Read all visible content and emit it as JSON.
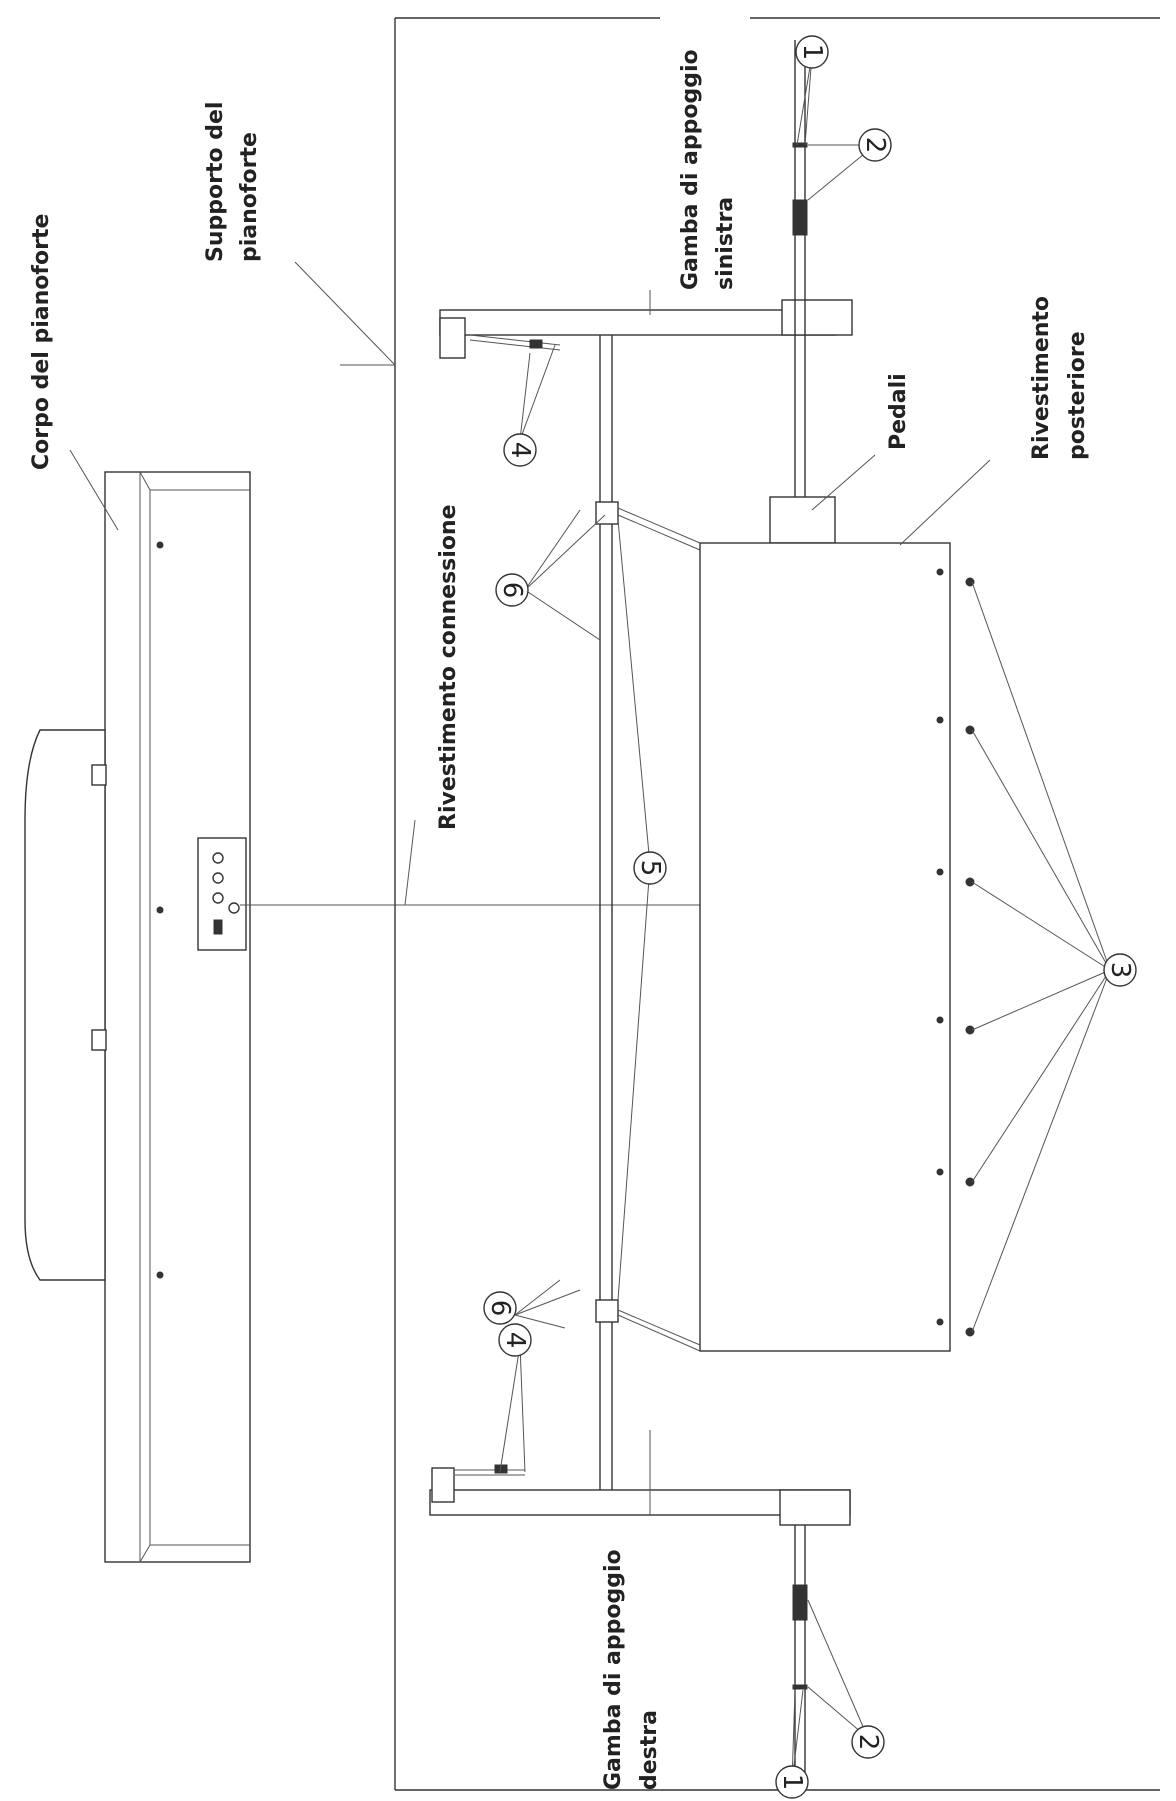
{
  "labels": {
    "piano_body": "Corpo del pianoforte",
    "piano_stand": "Supporto del pianoforte",
    "connection_cover": "Rivestimento connessione",
    "left_leg_l1": "Gamba  di  appoggio",
    "left_leg_l2": "sinistra",
    "right_leg_l1": "Gamba  di  appoggio",
    "right_leg_l2": "destra",
    "pedals": "Pedali",
    "back_cover_l1": "Rivestimento",
    "back_cover_l2": "posteriore"
  },
  "callouts": {
    "screw_1": "1",
    "washer_2": "2",
    "screw_3": "3",
    "screw_4": "4",
    "rod_5": "5",
    "screw_6": "6"
  },
  "colors": {
    "line": "#333333",
    "background": "#ffffff"
  }
}
